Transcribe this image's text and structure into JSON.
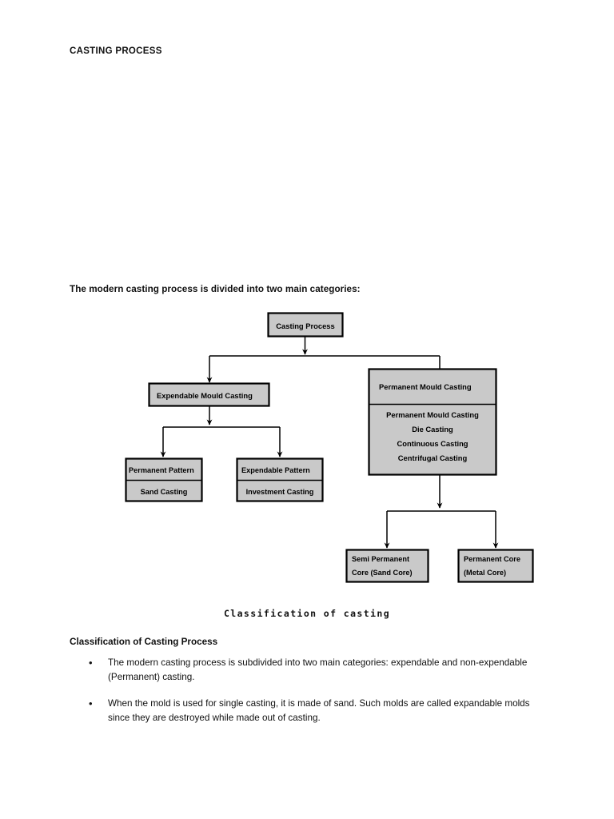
{
  "document": {
    "title": "CASTING PROCESS",
    "lead_paragraph": "The modern casting process is divided into two main categories:",
    "figure_caption": "Classification of casting",
    "section_heading": "Classification of Casting Process",
    "bullet_marker": "•",
    "bullets": [
      "The modern casting process is subdivided into two main categories: expendable and non-expendable (Permanent) casting.",
      "When the mold is used for single casting, it is made of sand. Such molds are called expandable molds since they are destroyed while made out of casting."
    ]
  },
  "colors": {
    "box_fill": "#c9c9c9",
    "box_border": "#000000",
    "line": "#000000",
    "text": "#000000",
    "page_background": "#ffffff"
  },
  "diagram": {
    "type": "flowchart",
    "root": {
      "id": "casting-process",
      "label": "Casting Process"
    },
    "nodes": [
      {
        "id": "expendable-mould-casting",
        "label": "Expendable Mould Casting",
        "parent": "casting-process"
      },
      {
        "id": "permanent-mould-casting",
        "header": "Permanent Mould Casting",
        "parent": "casting-process",
        "items": [
          "Permanent Mould Casting",
          "Die Casting",
          "Continuous Casting",
          "Centrifugal Casting"
        ]
      },
      {
        "id": "permanent-pattern",
        "header": "Permanent Pattern",
        "body": "Sand Casting",
        "parent": "expendable-mould-casting"
      },
      {
        "id": "expendable-pattern",
        "header": "Expendable Pattern",
        "body": "Investment Casting",
        "parent": "expendable-mould-casting"
      },
      {
        "id": "semi-permanent-core",
        "line1": "Semi Permanent",
        "line2": "Core (Sand Core)",
        "parent": "permanent-mould-casting"
      },
      {
        "id": "permanent-core",
        "line1": "Permanent Core",
        "line2": "(Metal Core)",
        "parent": "permanent-mould-casting"
      }
    ]
  }
}
